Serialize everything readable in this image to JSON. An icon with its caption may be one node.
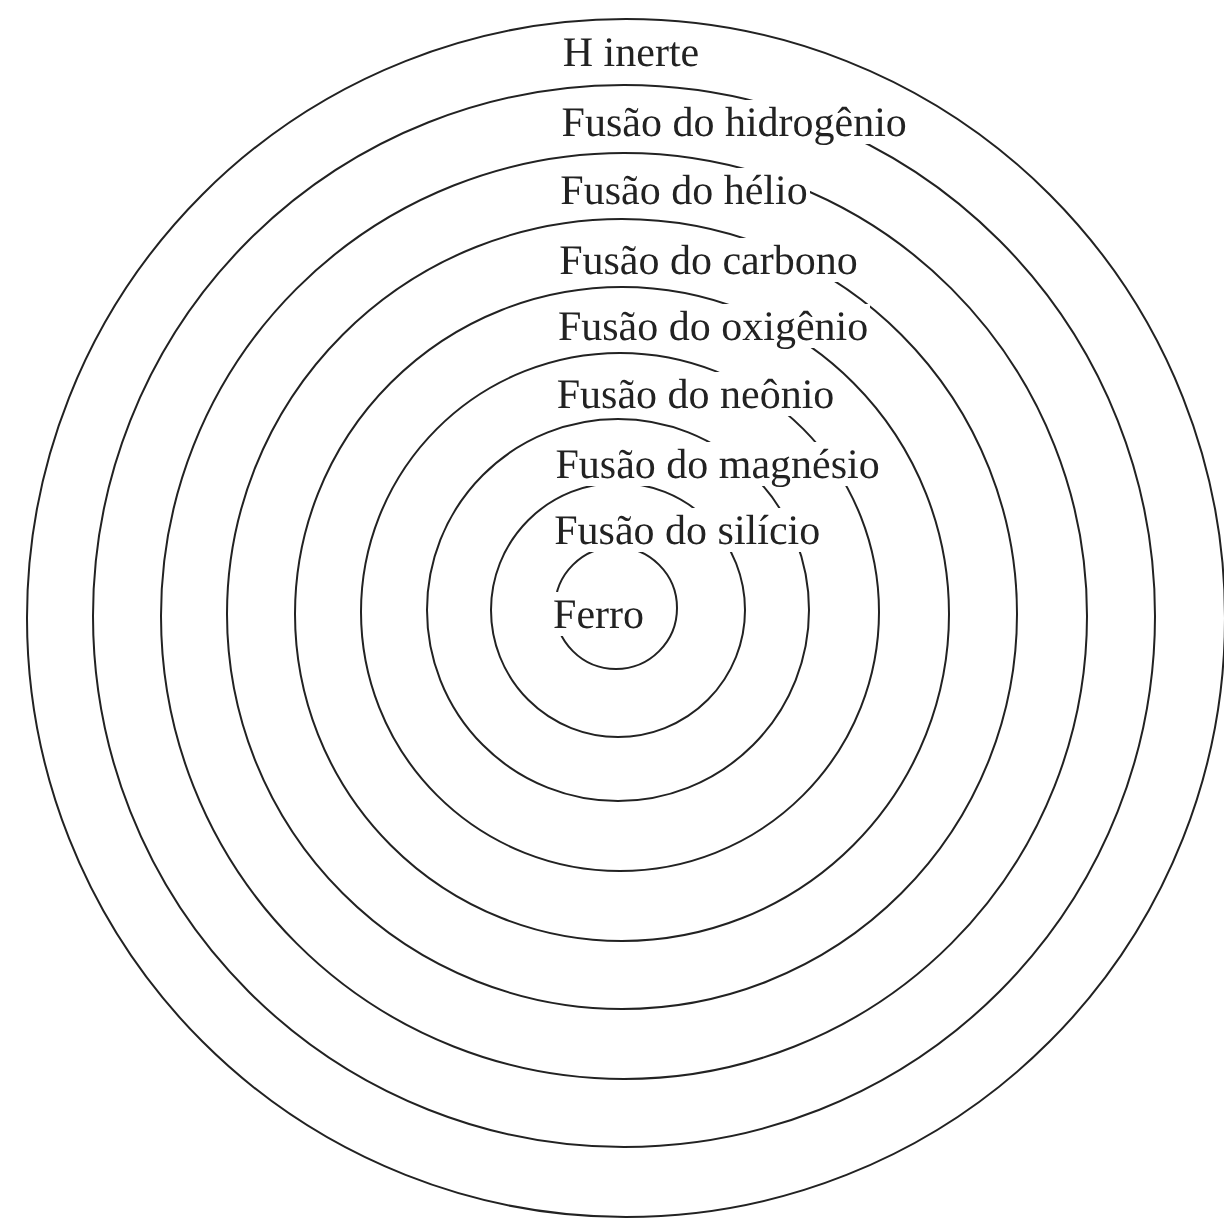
{
  "diagram": {
    "nodes": [
      {
        "text": [
          "H inerte"
        ]
      },
      {
        "text": [
          "Fusão do hidrogênio"
        ],
        "in": 0
      },
      {
        "text": [
          "Fusão do hélio"
        ],
        "in": 1
      },
      {
        "text": [
          "Fusão do carbono"
        ],
        "in": 2
      },
      {
        "text": [
          "Fusão do oxigênio"
        ],
        "in": 3
      },
      {
        "text": [
          "Fusão do neônio"
        ],
        "in": 4
      },
      {
        "text": [
          "Fusão do magnésio"
        ],
        "in": 5
      },
      {
        "text": [
          "Fusão do silício"
        ],
        "in": 6
      },
      {
        "text": [
          "Ferro"
        ],
        "in": 7
      }
    ]
  }
}
